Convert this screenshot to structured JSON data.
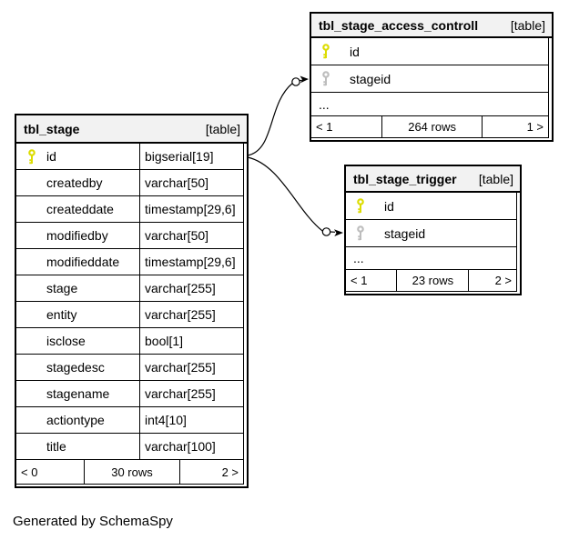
{
  "caption": "Generated by SchemaSpy",
  "colors": {
    "primary_key": "#dcdc00",
    "foreign_key": "#bdbdbd",
    "header_bg": "#f2f2f2",
    "border": "#000000",
    "background": "#ffffff"
  },
  "tables": [
    {
      "name": "tbl_stage",
      "badge": "[table]",
      "columns": [
        {
          "name": "id",
          "type": "bigserial[19]",
          "key": "primary"
        },
        {
          "name": "createdby",
          "type": "varchar[50]",
          "key": ""
        },
        {
          "name": "createddate",
          "type": "timestamp[29,6]",
          "key": ""
        },
        {
          "name": "modifiedby",
          "type": "varchar[50]",
          "key": ""
        },
        {
          "name": "modifieddate",
          "type": "timestamp[29,6]",
          "key": ""
        },
        {
          "name": "stage",
          "type": "varchar[255]",
          "key": ""
        },
        {
          "name": "entity",
          "type": "varchar[255]",
          "key": ""
        },
        {
          "name": "isclose",
          "type": "bool[1]",
          "key": ""
        },
        {
          "name": "stagedesc",
          "type": "varchar[255]",
          "key": ""
        },
        {
          "name": "stagename",
          "type": "varchar[255]",
          "key": ""
        },
        {
          "name": "actiontype",
          "type": "int4[10]",
          "key": ""
        },
        {
          "name": "title",
          "type": "varchar[100]",
          "key": ""
        }
      ],
      "footer": {
        "left": "< 0",
        "center": "30 rows",
        "right": "2 >"
      }
    },
    {
      "name": "tbl_stage_access_controll",
      "badge": "[table]",
      "columns": [
        {
          "name": "id",
          "key": "primary"
        },
        {
          "name": "stageid",
          "key": "foreign"
        }
      ],
      "ellipsis": "...",
      "footer": {
        "left": "< 1",
        "center": "264 rows",
        "right": "1 >"
      }
    },
    {
      "name": "tbl_stage_trigger",
      "badge": "[table]",
      "columns": [
        {
          "name": "id",
          "key": "primary"
        },
        {
          "name": "stageid",
          "key": "foreign"
        }
      ],
      "ellipsis": "...",
      "footer": {
        "left": "< 1",
        "center": "23 rows",
        "right": "2 >"
      }
    }
  ],
  "relationships": [
    {
      "from": "tbl_stage.id",
      "to": "tbl_stage_access_controll.stageid"
    },
    {
      "from": "tbl_stage.id",
      "to": "tbl_stage_trigger.stageid"
    }
  ]
}
